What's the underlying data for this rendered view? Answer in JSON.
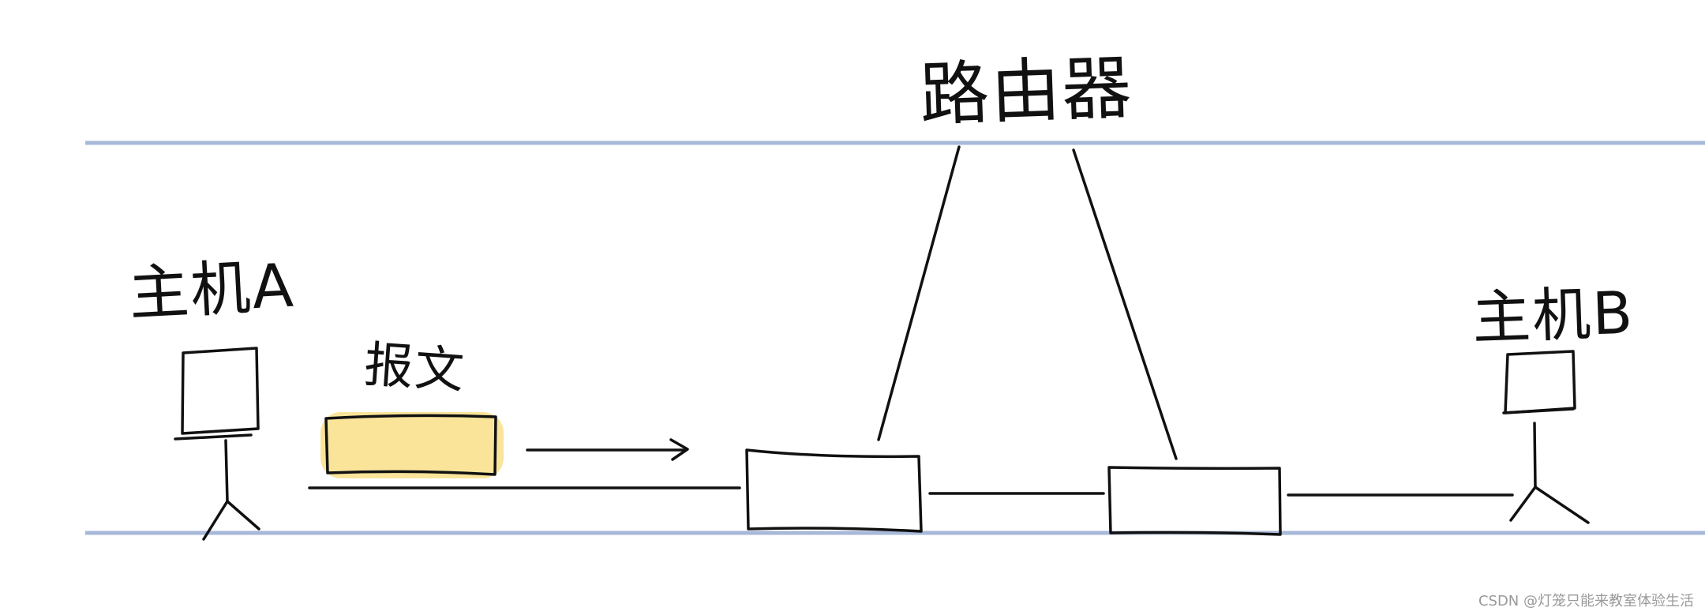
{
  "labels": {
    "router": "路由器",
    "host_a": "主机A",
    "host_b": "主机B",
    "packet": "报文"
  },
  "watermark": "CSDN @灯笼只能来教室体验生活",
  "colors": {
    "rail": "#a7b8d8",
    "ink": "#111111",
    "packet_fill": "#f9e49a",
    "watermark": "#9a9a9a"
  },
  "icons": {
    "host_a": "stick-figure-computer",
    "host_b": "stick-figure-computer",
    "router_port_left": "box",
    "router_port_right": "box",
    "packet": "highlighted-box",
    "direction": "right-arrow"
  }
}
